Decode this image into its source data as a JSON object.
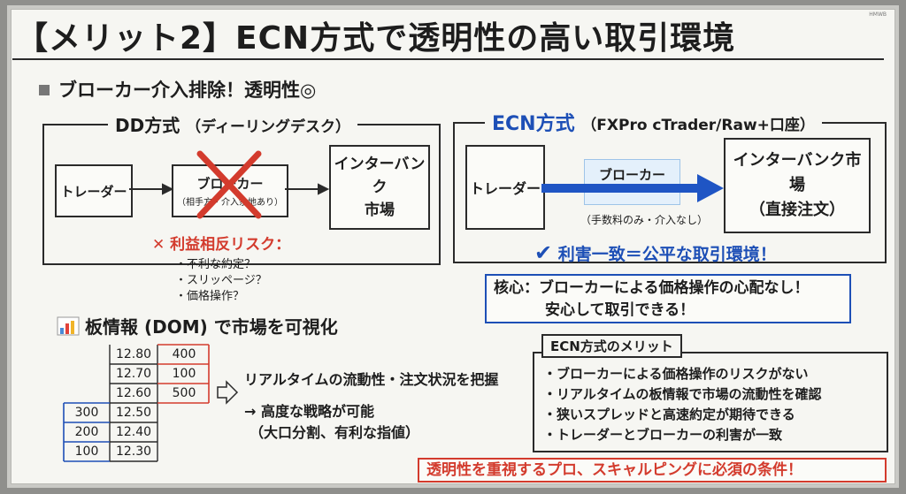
{
  "board_tag": "HMWB",
  "title": "【メリット2】ECN方式で透明性の高い取引環境",
  "subtitle": "ブローカー介入排除！透明性◎",
  "dd": {
    "heading": "DD方式",
    "heading_sub": "（ディーリングデスク）",
    "trader": "トレーダー",
    "broker": "ブローカー",
    "broker_note": "（相手方・介入余地あり）",
    "market_line1": "インターバンク",
    "market_line2": "市場",
    "risk_title": "利益相反リスク：",
    "risks": [
      "・不利な約定？",
      "・スリッページ？",
      "・価格操作？"
    ]
  },
  "ecn": {
    "heading": "ECN方式",
    "heading_sub": "（FXPro cTrader/Raw+口座）",
    "trader": "トレーダー",
    "broker": "ブローカー",
    "broker_note": "（手数料のみ・介入なし）",
    "market_line1": "インターバンク市場",
    "market_line2": "（直接注文）",
    "check": "利害一致＝公平な取引環境！",
    "core_line1": "核心：ブローカーによる価格操作の心配なし！",
    "core_line2": "安心して取引できる！"
  },
  "dom": {
    "title": "板情報 (DOM) で市場を可視化",
    "asks": [
      {
        "price": "12.80",
        "size": "400"
      },
      {
        "price": "12.70",
        "size": "100"
      },
      {
        "price": "12.60",
        "size": "500"
      }
    ],
    "bids": [
      {
        "price": "12.50",
        "size": "300"
      },
      {
        "price": "12.40",
        "size": "200"
      },
      {
        "price": "12.30",
        "size": "100"
      }
    ],
    "desc1": "リアルタイムの流動性・注文状況を把握",
    "desc2": "→ 高度な戦略が可能",
    "desc3": "（大口分割、有利な指値）"
  },
  "merits": {
    "title": "ECN方式のメリット",
    "items": [
      "・ブローカーによる価格操作のリスクがない",
      "・リアルタイムの板情報で市場の流動性を確認",
      "・狭いスプレッドと高速約定が期待できる",
      "・トレーダーとブローカーの利害が一致"
    ]
  },
  "bottom": "透明性を重視するプロ、スキャルピングに必須の条件！",
  "colors": {
    "accent_blue": "#1d4fb6",
    "warning_red": "#d33b2d",
    "board": "#f6f6f2"
  }
}
